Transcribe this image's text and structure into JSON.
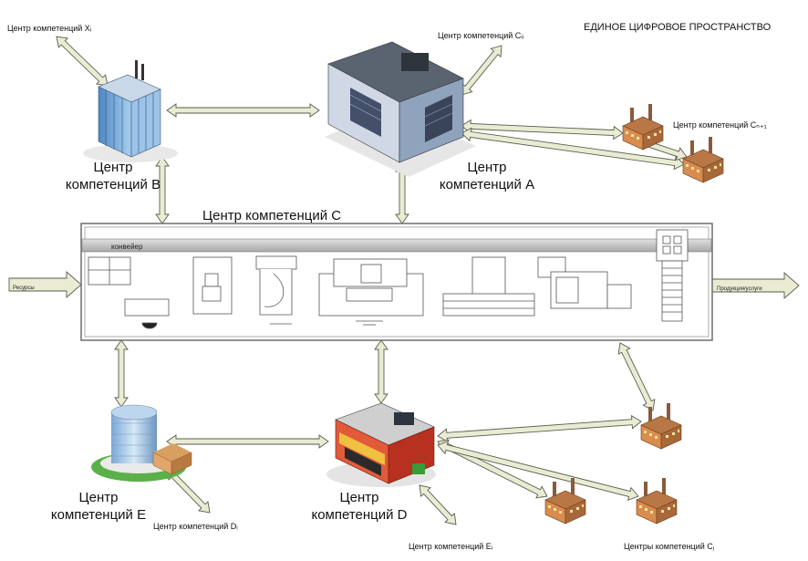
{
  "header": {
    "title": "ЕДИНОЕ ЦИФРОВОЕ ПРОСТРАНСТВО"
  },
  "centers": {
    "b": {
      "line1": "Центр",
      "line2": "компетенций В"
    },
    "a": {
      "line1": "Центр",
      "line2": "компетенций А"
    },
    "c": {
      "label": "Центр компетенций С"
    },
    "e": {
      "line1": "Центр",
      "line2": "компетенций Е"
    },
    "d": {
      "line1": "Центр",
      "line2": "компетенций D"
    }
  },
  "small_labels": {
    "x": "Центр компетенций Xᵢ",
    "c_i": "Центр компетенций Cᵢᵢ",
    "c_n": "Центр компетенций Cₙ₊₁",
    "d_i": "Центр компетенций Dᵢ",
    "e_i": "Центр компетенций Eᵢ",
    "c_j": "Центры компетенций Cⱼ"
  },
  "conveyor": {
    "label": "конвейер",
    "input": "Ресурсы",
    "output": "Продукция/услуги"
  },
  "colors": {
    "arrow_fill": "#e9ecd3",
    "arrow_stroke": "#5a5d4e",
    "frame": "#6e6e6e",
    "belt": "#c9c9c9",
    "tower_glass": "#6fa8d8",
    "building_roof": "#5a6470",
    "factory_brick": "#d98c4e",
    "shop_red": "#c8382a",
    "grass": "#5bb04a"
  }
}
